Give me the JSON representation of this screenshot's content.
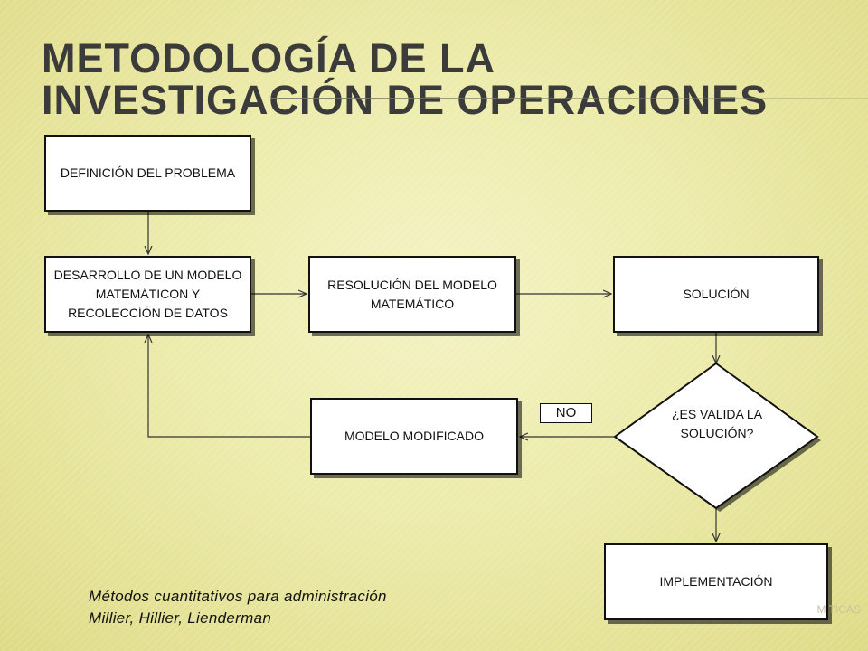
{
  "slide": {
    "title": "METODOLOGÍA DE LA INVESTIGACIÓN DE OPERACIONES",
    "footer_text": "M                                              TICAS"
  },
  "flowchart": {
    "nodes": {
      "definicion": "DEFINICIÓN DEL PROBLEMA",
      "desarrollo": "DESARROLLO DE UN MODELO MATEMÁTICON Y RECOLECCÍÓN DE DATOS",
      "resolucion": "RESOLUCIÓN DEL MODELO MATEMÁTICO",
      "solucion": "SOLUCIÓN",
      "decision": "¿ES VALIDA LA SOLUCIÓN?",
      "modificado": "MODELO MODIFICADO",
      "implementacion": "IMPLEMENTACIÓN"
    },
    "no_label": "NO"
  },
  "citation": {
    "line1": "Métodos cuantitativos para administración",
    "line2": "Millier, Hillier, Lienderman"
  }
}
